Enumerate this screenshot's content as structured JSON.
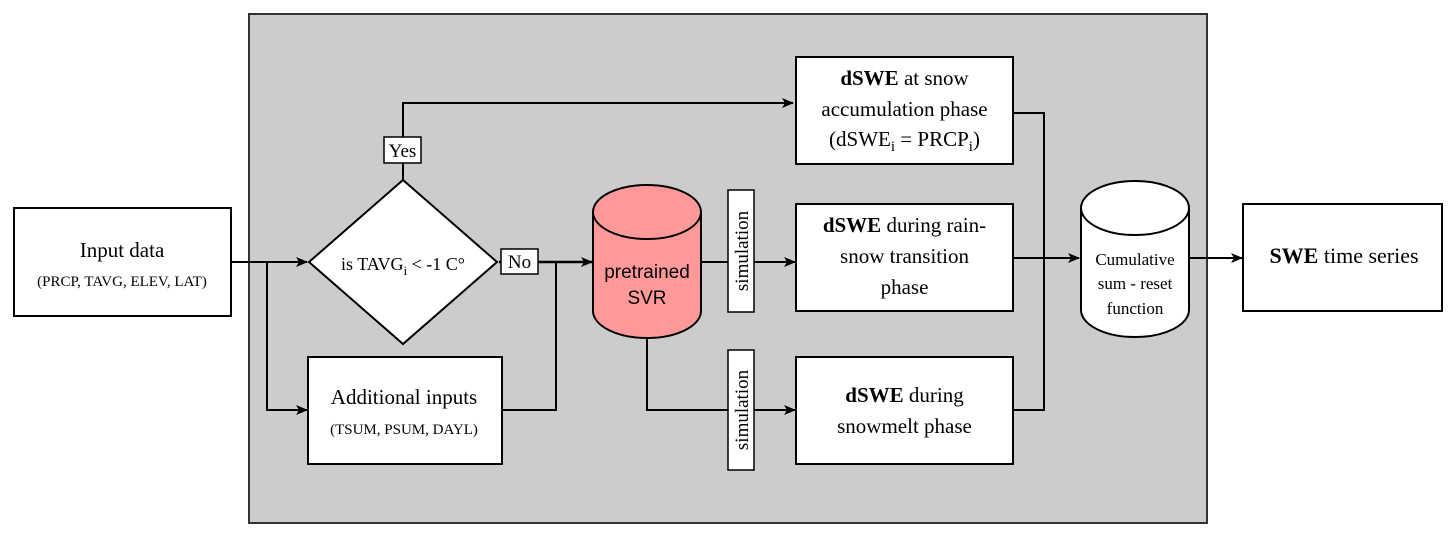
{
  "colors": {
    "panel_fill": "#cccccc",
    "panel_border": "#333333",
    "box_fill": "#ffffff",
    "svr_fill": "#ff9999",
    "line": "#000000"
  },
  "input_data": {
    "title": "Input data",
    "subtitle": "(PRCP, TAVG, ELEV, LAT)"
  },
  "decision": {
    "prefix": "is  TAVG",
    "subscript": "i",
    "suffix": " < -1 C°",
    "yes_label": "Yes",
    "no_label": "No"
  },
  "additional_inputs": {
    "title": "Additional inputs",
    "subtitle": "(TSUM, PSUM, DAYL)"
  },
  "svr": {
    "line1": "pretrained",
    "line2": "SVR"
  },
  "simulation_label_top": "simulation",
  "simulation_label_bottom": "simulation",
  "accumulation_box": {
    "bold": "dSWE",
    "line1_rest": " at snow",
    "line2": "accumulation phase",
    "line3_a": "(dSWE",
    "line3_sub1": "i",
    "line3_b": " = PRCP",
    "line3_sub2": "i",
    "line3_c": ")"
  },
  "transition_box": {
    "bold": "dSWE",
    "line1_rest": " during rain-",
    "line2": "snow transition",
    "line3": "phase"
  },
  "snowmelt_box": {
    "bold": "dSWE",
    "line1_rest": " during",
    "line2": "snowmelt phase"
  },
  "cumulative": {
    "line1": "Cumulative",
    "line2": "sum -  reset",
    "line3": "function"
  },
  "output": {
    "bold": "SWE",
    "rest": " time series"
  }
}
